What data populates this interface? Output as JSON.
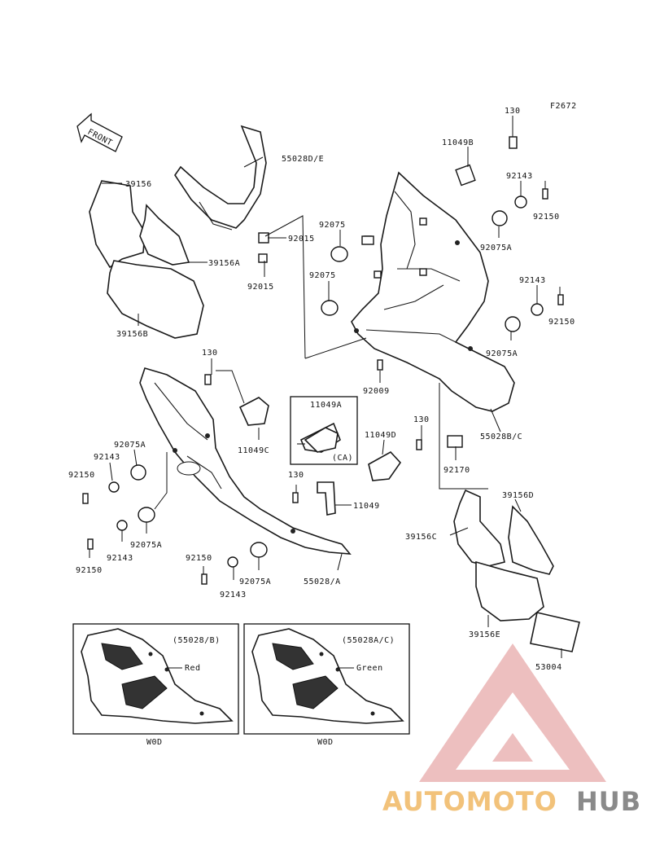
{
  "figure_code": "F2672",
  "front_arrow": "FRONT",
  "callouts": {
    "p130_top": "130",
    "p11049B": "11049B",
    "p92143_r1": "92143",
    "p92150_r1": "92150",
    "p55028DE": "55028D/E",
    "p39156": "39156",
    "p92075_a": "92075",
    "p92015_a": "92015",
    "p92075A_r1": "92075A",
    "p39156A": "39156A",
    "p92015_b": "92015",
    "p92075_b": "92075",
    "p92143_r2": "92143",
    "p92150_r2": "92150",
    "p39156B": "39156B",
    "p92075A_r2": "92075A",
    "p130_mid": "130",
    "p92009": "92009",
    "p11049A": "11049A",
    "ca_label": "(CA)",
    "p11049C": "11049C",
    "p11049D": "11049D",
    "p130_d": "130",
    "p55028BC": "55028B/C",
    "p92075A_l": "92075A",
    "p92143_l1": "92143",
    "p92150_l1": "92150",
    "p92170": "92170",
    "p130_lower": "130",
    "p11049": "11049",
    "p39156D": "39156D",
    "p39156C": "39156C",
    "p92075A_l2": "92075A",
    "p92143_l2": "92143",
    "p92150_l2": "92150",
    "p92150_b": "92150",
    "p55028A": "55028/A",
    "p92075A_b": "92075A",
    "p92143_b": "92143",
    "p39156E": "39156E",
    "p53004": "53004"
  },
  "inset_left": {
    "ref": "(55028/B)",
    "color_label": "Red",
    "caption": "W0D"
  },
  "inset_right": {
    "ref": "(55028A/C)",
    "color_label": "Green",
    "caption": "W0D"
  },
  "watermark": {
    "text_light": "AUTOMOTO",
    "text_dark": "HUB"
  },
  "colors": {
    "watermark_red": "#e8b0b0",
    "watermark_orange": "#f2c27a",
    "watermark_gray": "#8a8a8a"
  }
}
